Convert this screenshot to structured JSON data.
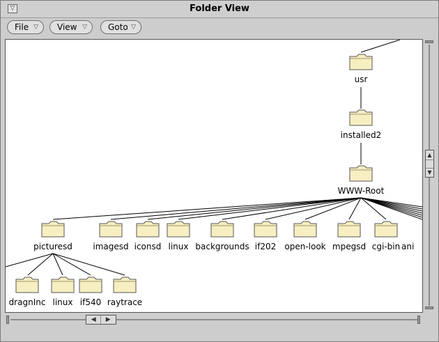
{
  "window": {
    "title": "Folder View",
    "menu_button_glyph": "▽"
  },
  "menubar": {
    "items": [
      {
        "label": "File",
        "arrow": "▽"
      },
      {
        "label": "View",
        "arrow": "▽"
      },
      {
        "label": "Goto",
        "arrow": "▽"
      }
    ]
  },
  "tree": {
    "folder_color": "#f7efc1",
    "folder_stroke": "#555555",
    "nodes": [
      {
        "id": "usr",
        "label": "usr"
      },
      {
        "id": "installed2",
        "label": "installed2"
      },
      {
        "id": "www_root",
        "label": "WWW-Root"
      },
      {
        "id": "picturesd",
        "label": "picturesd"
      },
      {
        "id": "imagesd",
        "label": "imagesd"
      },
      {
        "id": "iconsd",
        "label": "iconsd"
      },
      {
        "id": "linux_top",
        "label": "linux"
      },
      {
        "id": "backgrounds",
        "label": "backgrounds"
      },
      {
        "id": "if202",
        "label": "if202"
      },
      {
        "id": "open_look",
        "label": "open-look"
      },
      {
        "id": "mpegsd",
        "label": "mpegsd"
      },
      {
        "id": "cgi_bin",
        "label": "cgi-bin"
      },
      {
        "id": "ani",
        "label": "ani"
      },
      {
        "id": "dragninc",
        "label": "dragnInc"
      },
      {
        "id": "linux_sub",
        "label": "linux"
      },
      {
        "id": "if540",
        "label": "if540"
      },
      {
        "id": "raytrace",
        "label": "raytrace"
      }
    ]
  },
  "scrollbars": {
    "vertical": {
      "up_glyph": "▲",
      "down_glyph": "▼",
      "position": 0.45
    },
    "horizontal": {
      "left_glyph": "◀",
      "right_glyph": "▶",
      "position": 0.2
    }
  }
}
